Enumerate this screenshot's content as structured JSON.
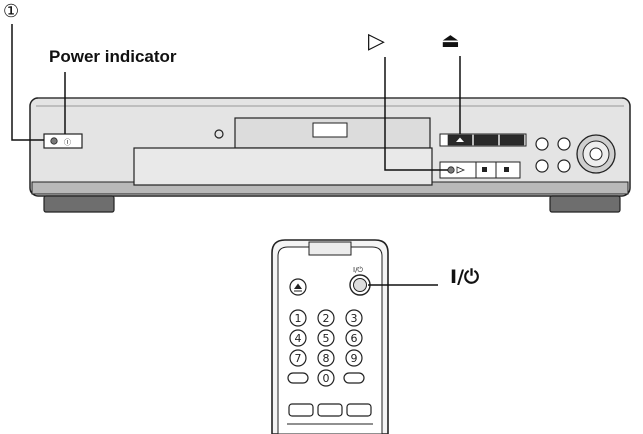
{
  "labels": {
    "power_indicator": "Power indicator",
    "power_symbol": "I/⏻"
  },
  "icons": {
    "standby": "①",
    "play": "▷",
    "eject": "⏏"
  },
  "remote": {
    "power_caption": "I/⏻",
    "numbers": [
      "1",
      "2",
      "3",
      "4",
      "5",
      "6",
      "7",
      "8",
      "9",
      "0"
    ]
  },
  "colors": {
    "line": "#111111",
    "panel_fill": "#d8d8d8",
    "panel_dark": "#9a9a9a",
    "accent_gray": "#7a7a7a"
  }
}
